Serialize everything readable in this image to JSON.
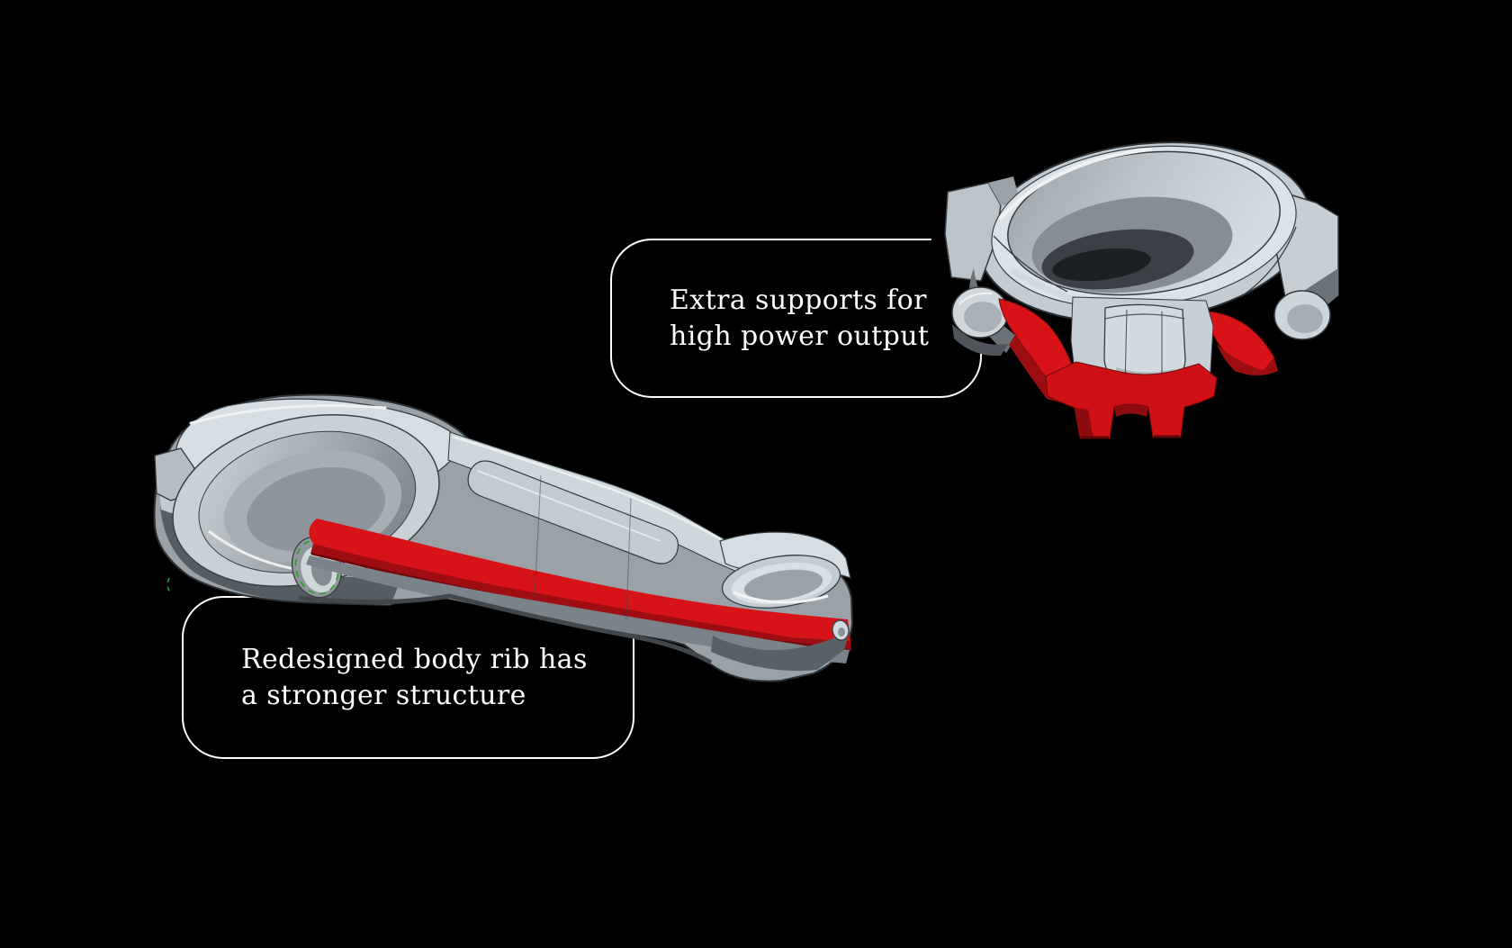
{
  "background_color": "#000000",
  "callouts": {
    "extra_supports": {
      "lines": [
        "Extra supports for",
        "high power output"
      ]
    },
    "body_rib": {
      "lines": [
        "Redesigned body rib has",
        "a stronger structure"
      ]
    }
  },
  "illustrations": {
    "rod_cap": {
      "name": "connecting-rod-cap-3d-render",
      "description": "Big-end cap CAD render with red highlighted extra supports"
    },
    "connecting_rod": {
      "name": "connecting-rod-3d-render",
      "description": "Connecting rod CAD render with red highlighted body rib"
    }
  },
  "colors": {
    "highlight_red": "#d81318",
    "highlight_red_dark": "#9a0d11",
    "metal_light": "#d6dee3",
    "metal_mid": "#a8b0b6",
    "metal_dark": "#565d62",
    "edge_outline": "#2c3135",
    "thread_mark_green": "#21a321",
    "callout_border": "#ffffff",
    "callout_text": "#ffffff"
  }
}
